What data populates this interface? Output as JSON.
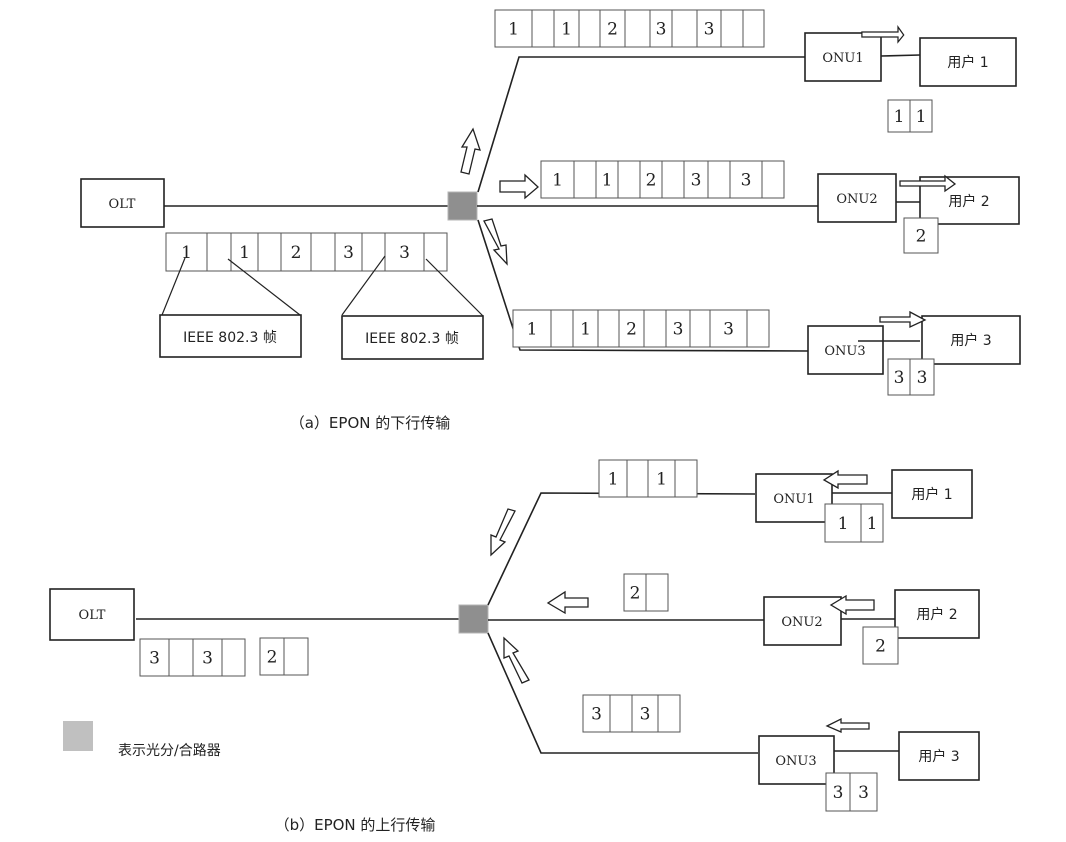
{
  "diagram": {
    "legend": {
      "label": "表示光分/合路器",
      "splitter_color": "#8f8f8f",
      "legend_color": "#c0c0c0"
    },
    "downstream": {
      "caption": "（a）EPON 的下行传输",
      "olt_label": "OLT",
      "olt_frames": [
        "1",
        "",
        "1",
        "",
        "2",
        "",
        "3",
        "",
        "3",
        ""
      ],
      "callouts": [
        "IEEE 802.3 帧",
        "IEEE 802.3 帧"
      ],
      "branches": [
        {
          "onu": "ONU1",
          "user": "用户 1",
          "frames": [
            "1",
            "",
            "1",
            "",
            "2",
            "",
            "3",
            "",
            "3",
            "",
            ""
          ],
          "delivered": [
            "1",
            "1"
          ]
        },
        {
          "onu": "ONU2",
          "user": "用户 2",
          "frames": [
            "1",
            "",
            "1",
            "",
            "2",
            "",
            "3",
            "",
            "3",
            ""
          ],
          "delivered": [
            "2"
          ]
        },
        {
          "onu": "ONU3",
          "user": "用户 3",
          "frames": [
            "1",
            "",
            "1",
            "",
            "2",
            "",
            "3",
            "",
            "3",
            ""
          ],
          "delivered": [
            "3",
            "3"
          ]
        }
      ]
    },
    "upstream": {
      "caption": "（b）EPON 的上行传输",
      "olt_label": "OLT",
      "olt_frames_a": [
        "3",
        "",
        "3",
        ""
      ],
      "olt_frames_b": [
        "2",
        ""
      ],
      "branches": [
        {
          "onu": "ONU1",
          "user": "用户 1",
          "frames": [
            "1",
            "",
            "1",
            ""
          ],
          "user_frames": [
            "1",
            "1"
          ]
        },
        {
          "onu": "ONU2",
          "user": "用户 2",
          "frames": [
            "2",
            ""
          ],
          "user_frames": [
            "2"
          ]
        },
        {
          "onu": "ONU3",
          "user": "用户 3",
          "frames": [
            "3",
            "",
            "3",
            ""
          ],
          "user_frames": [
            "3",
            "3"
          ]
        }
      ]
    }
  }
}
